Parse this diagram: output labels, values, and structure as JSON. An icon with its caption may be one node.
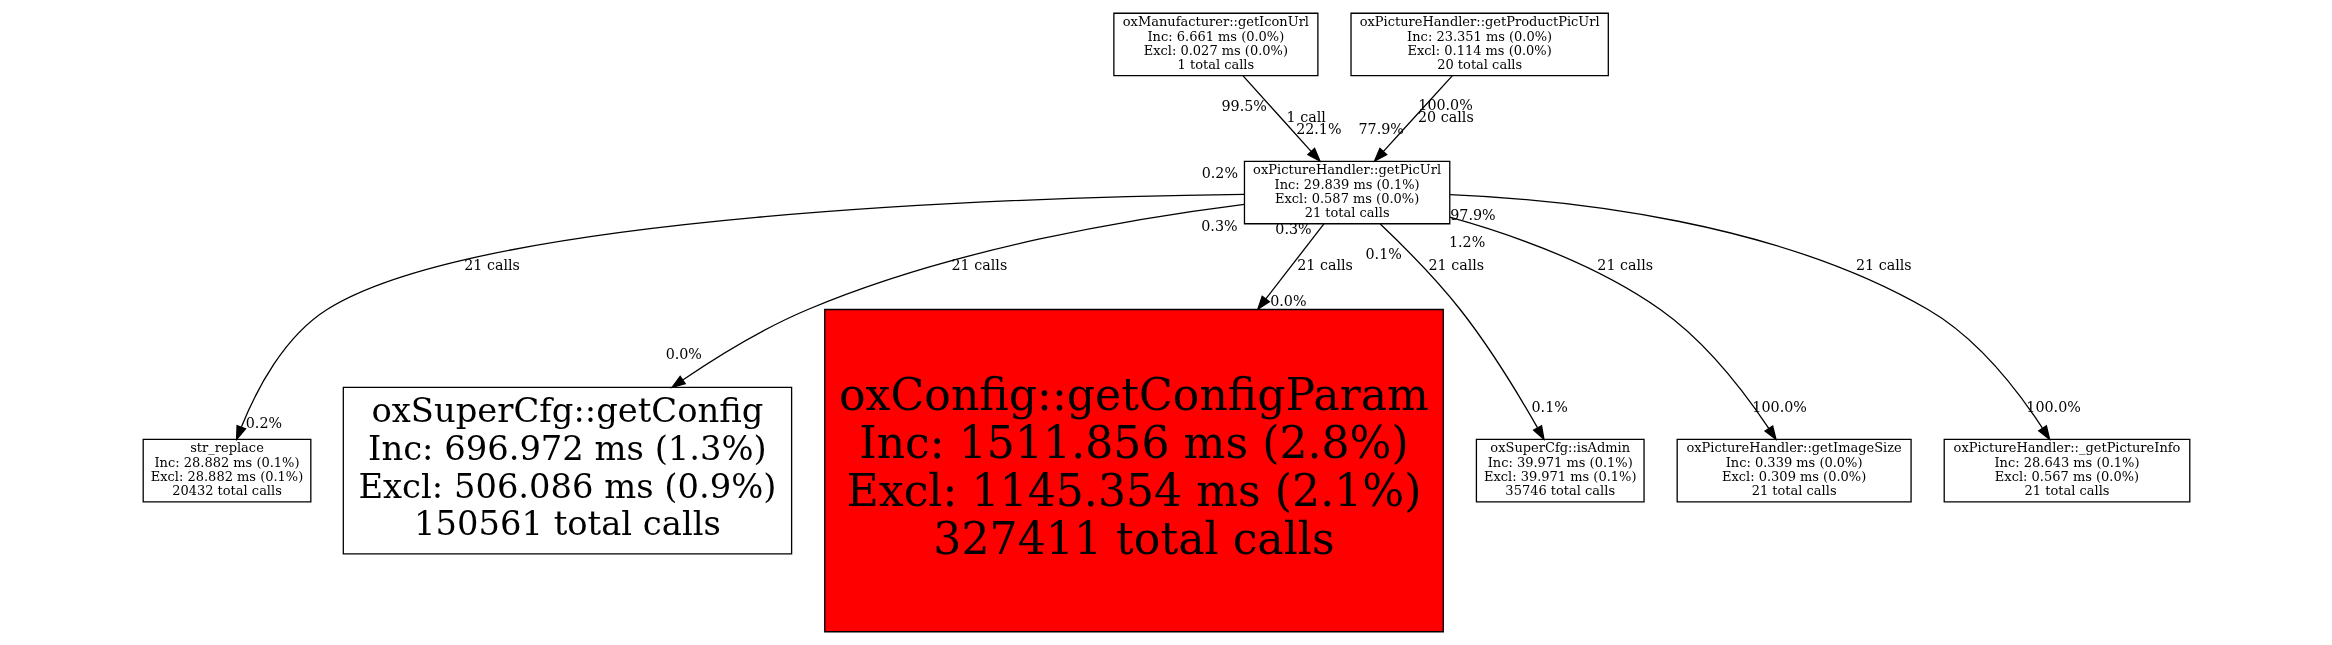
{
  "diagram": {
    "nodes": [
      {
        "text": [
          "oxManufacturer::getIconUrl",
          "Inc: 6.661 ms (0.0%)",
          "Excl: 0.027 ms (0.0%)",
          "1 total calls"
        ]
      },
      {
        "text": [
          "oxPictureHandler::getProductPicUrl",
          "Inc: 23.351 ms (0.0%)",
          "Excl: 0.114 ms (0.0%)",
          "20 total calls"
        ]
      },
      {
        "text": [
          "oxPictureHandler::getPicUrl",
          "Inc: 29.839 ms (0.1%)",
          "Excl: 0.587 ms (0.0%)",
          "21 total calls"
        ]
      },
      {
        "text": [
          "str_replace",
          "Inc: 28.882 ms (0.1%)",
          "Excl: 28.882 ms (0.1%)",
          "20432 total calls"
        ]
      },
      {
        "text": [
          "oxSuperCfg::getConfig",
          "Inc: 696.972 ms (1.3%)",
          "Excl: 506.086 ms (0.9%)",
          "150561 total calls"
        ]
      },
      {
        "text": [
          "oxConfig::getConfigParam",
          "Inc: 1511.856 ms (2.8%)",
          "Excl: 1145.354 ms (2.1%)",
          "327411 total calls"
        ]
      },
      {
        "text": [
          "oxSuperCfg::isAdmin",
          "Inc: 39.971 ms (0.1%)",
          "Excl: 39.971 ms (0.1%)",
          "35746 total calls"
        ]
      },
      {
        "text": [
          "oxPictureHandler::getImageSize",
          "Inc: 0.339 ms (0.0%)",
          "Excl: 0.309 ms (0.0%)",
          "21 total calls"
        ]
      },
      {
        "text": [
          "oxPictureHandler::_getPictureInfo",
          "Inc: 28.643 ms (0.1%)",
          "Excl: 0.567 ms (0.0%)",
          "21 total calls"
        ]
      }
    ],
    "edges": [
      {
        "from": 0,
        "to": 2,
        "arrow": "to",
        "label": "1 call"
      },
      {
        "from": 1,
        "to": 2,
        "arrow": "to",
        "label": "20 calls"
      },
      {
        "from": 2,
        "to": 3,
        "arrow": "to",
        "label": "21 calls"
      },
      {
        "from": 2,
        "to": 4,
        "arrow": "to",
        "label": "21 calls"
      },
      {
        "from": 2,
        "to": 5,
        "arrow": "to",
        "label": "21 calls"
      },
      {
        "from": 2,
        "to": 6,
        "arrow": "to",
        "label": "21 calls"
      },
      {
        "from": 2,
        "to": 7,
        "arrow": "to",
        "label": "21 calls"
      },
      {
        "from": 2,
        "to": 8,
        "arrow": "to",
        "label": "21 calls"
      }
    ],
    "labels": [
      "99.5%",
      "100.0%",
      "22.1%",
      "77.9%",
      "0.2%",
      "97.9%",
      "1.2%",
      "0.3%",
      "0.3%",
      "0.1%",
      "0.0%",
      "0.0%",
      "0.2%",
      "0.1%",
      "100.0%",
      "100.0%"
    ]
  }
}
